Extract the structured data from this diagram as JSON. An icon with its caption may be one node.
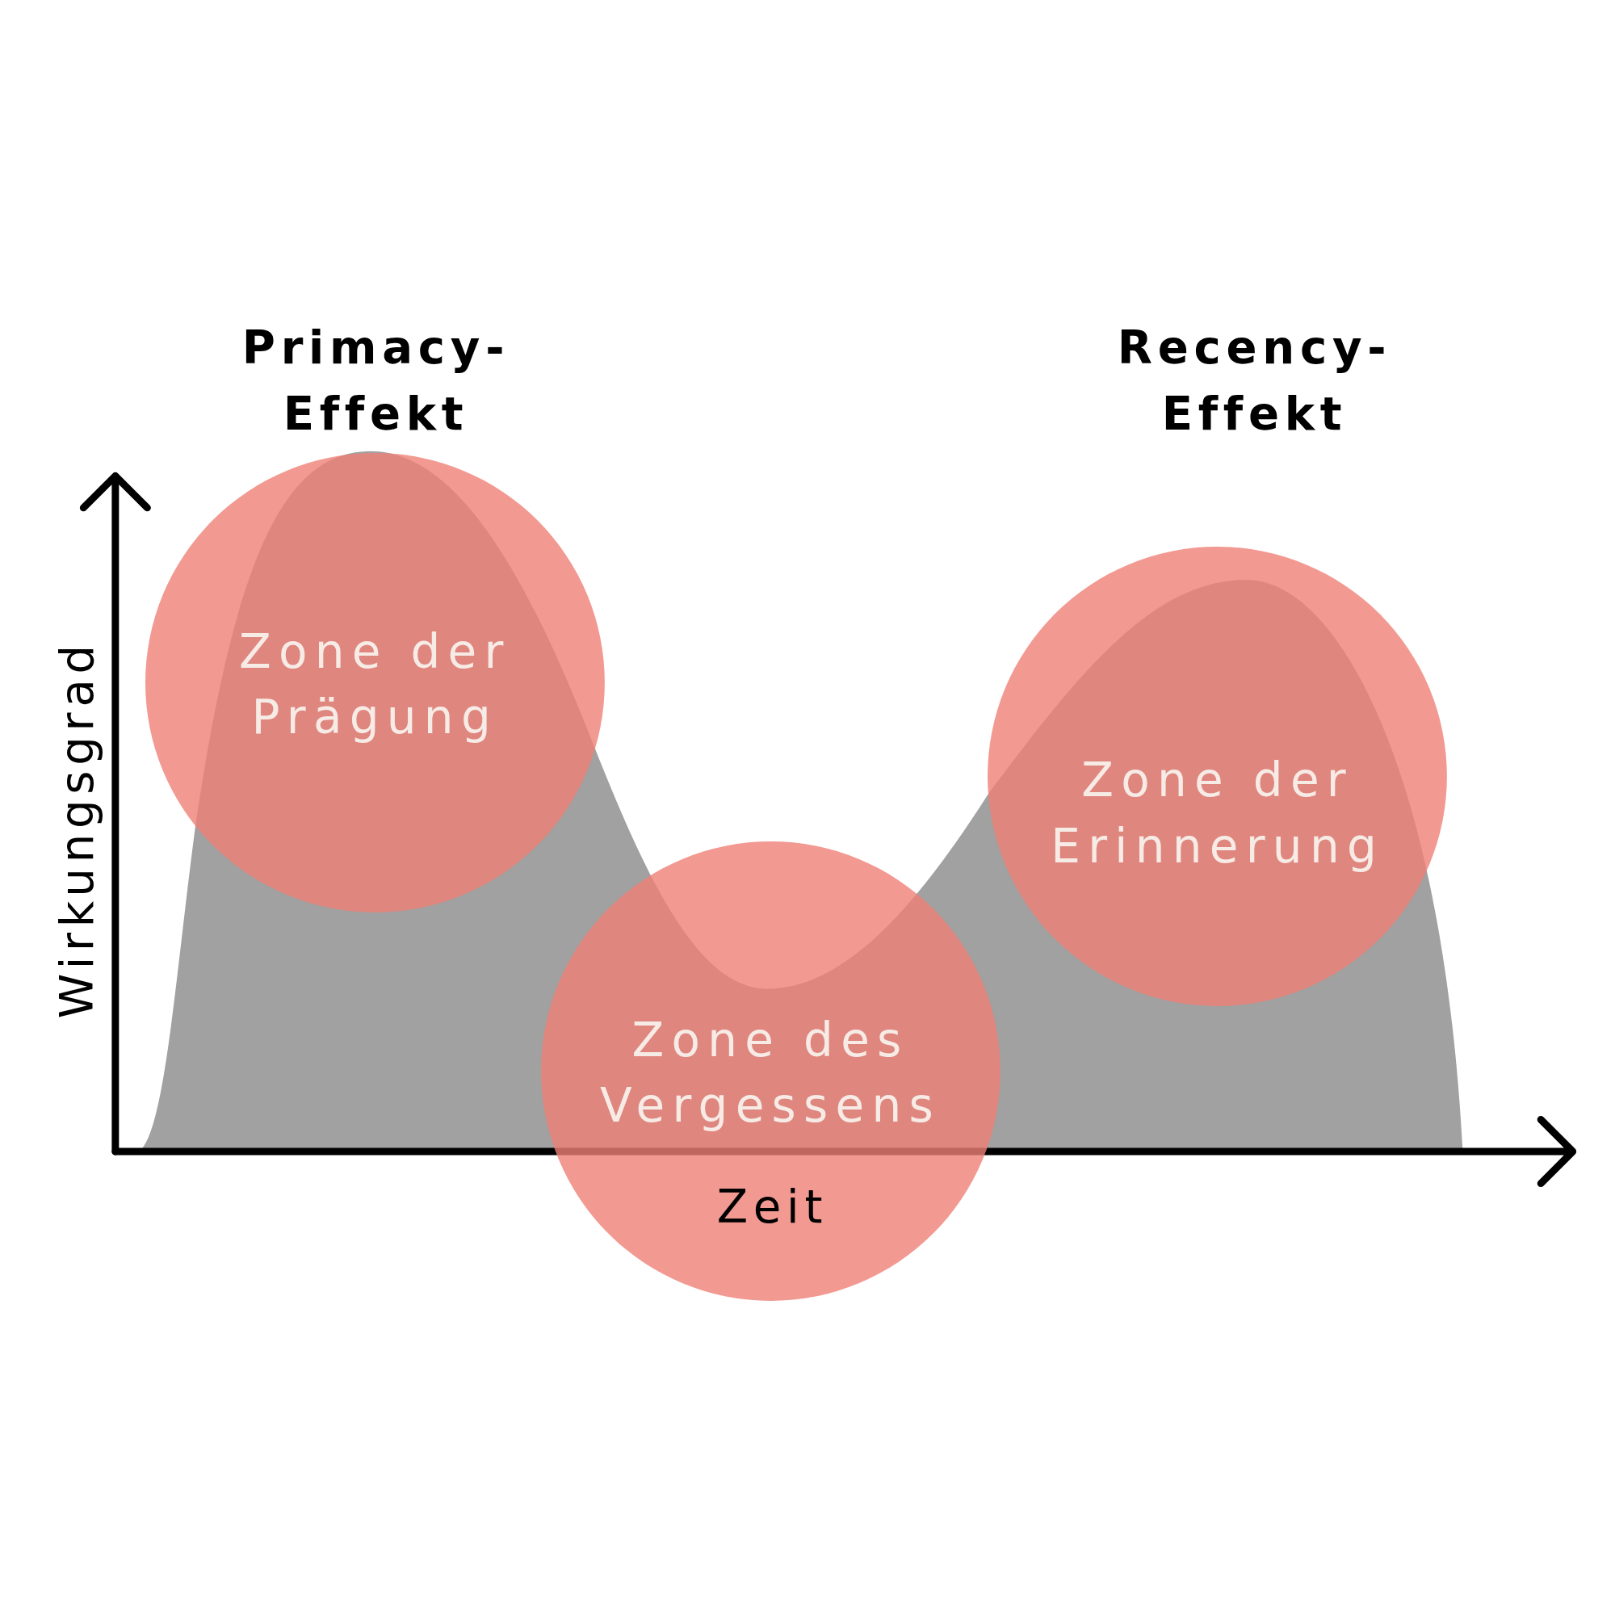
{
  "diagram": {
    "nodes": [
      {
        "text": [
          "Zone der Prägung"
        ]
      },
      {
        "text": [
          "Zone des Vergessens"
        ]
      },
      {
        "text": [
          "Zone der Erinnerung"
        ]
      }
    ],
    "labels": [
      "Primacy-Effekt",
      "Recency-Effekt",
      "Wirkungsgrad",
      "Zeit"
    ]
  }
}
